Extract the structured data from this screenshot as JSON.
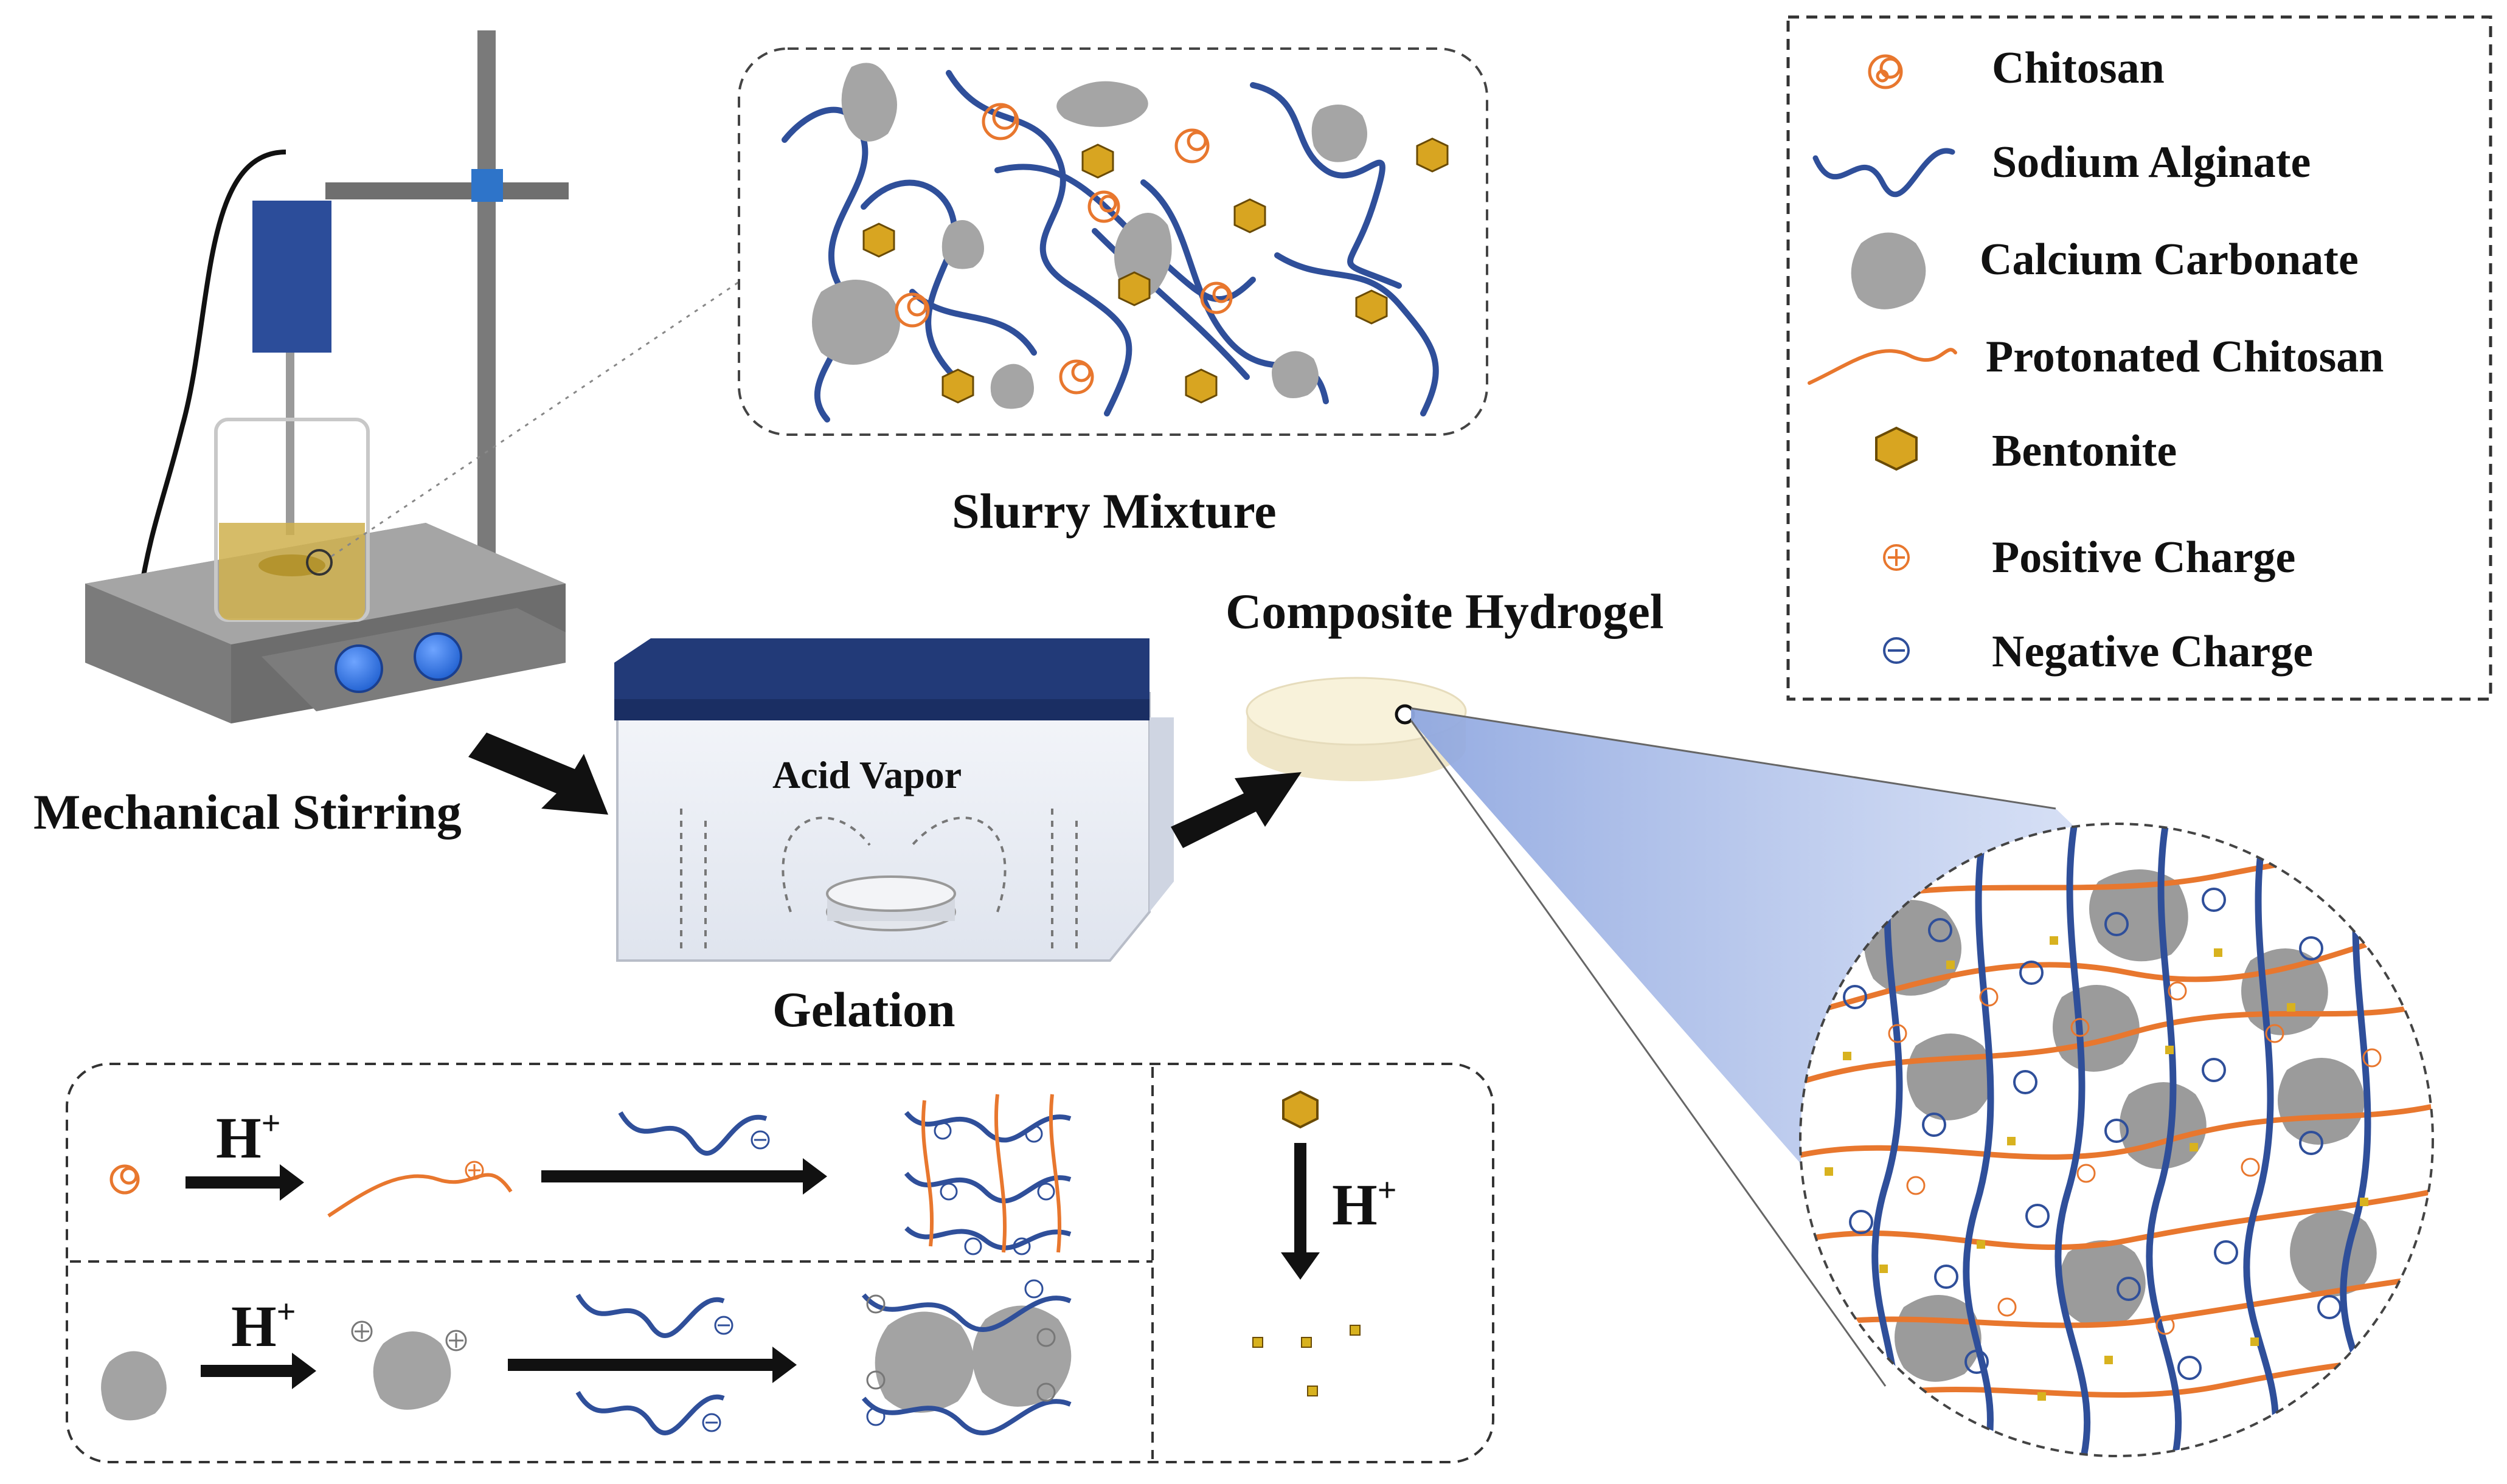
{
  "labels": {
    "slurry_mixture": "Slurry Mixture",
    "mechanical_stirring": "Mechanical Stirring",
    "acid_vapor": "Acid Vapor",
    "gelation": "Gelation",
    "composite_hydrogel": "Composite Hydrogel",
    "h_plus_base": "H",
    "h_plus_sup": "+"
  },
  "legend": {
    "items": [
      {
        "label": "Chitosan",
        "icon": "chitosan-coil-icon"
      },
      {
        "label": "Sodium Alginate",
        "icon": "sodium-alginate-wave-icon"
      },
      {
        "label": "Calcium Carbonate",
        "icon": "calcium-carbonate-blob-icon"
      },
      {
        "label": "Protonated Chitosan",
        "icon": "protonated-chitosan-line-icon"
      },
      {
        "label": "Bentonite",
        "icon": "bentonite-cube-icon"
      },
      {
        "label": "Positive Charge",
        "icon": "positive-charge-icon"
      },
      {
        "label": "Negative Charge",
        "icon": "negative-charge-icon"
      }
    ]
  },
  "colors": {
    "alginate_blue": "#2f4f9a",
    "chitosan_orange": "#e8772e",
    "carbonate_gray": "#a3a3a3",
    "bentonite_gold": "#d8a521",
    "arrow_black": "#111111"
  }
}
